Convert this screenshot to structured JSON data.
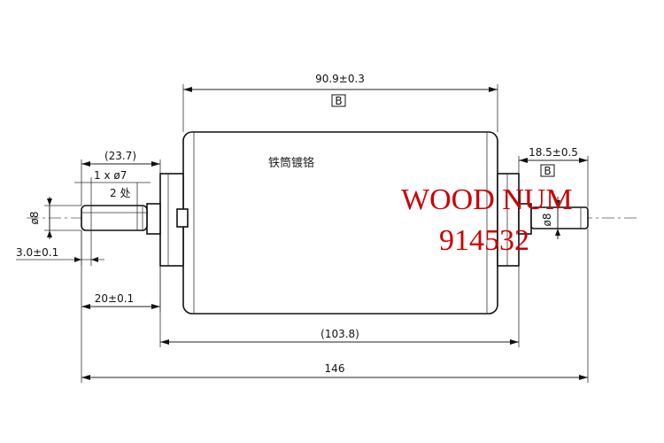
{
  "dimensions": {
    "body_length": "90.9±0.3",
    "body_datum": "B",
    "left_overall": "(23.7)",
    "flat_spec_line1": "1 x ø7",
    "flat_spec_line2": "2 处",
    "shaft_dia_left": "ø8",
    "groove_offset": "3.0±0.1",
    "left_shaft_length": "20±0.1",
    "right_length": "18.5±0.5",
    "right_datum": "B",
    "shaft_dia_right": "ø8",
    "core_length": "(103.8)",
    "total_length": "146"
  },
  "notes": {
    "body_note": "铁筒镀铬"
  },
  "watermark": {
    "line1": "WOOD NUM",
    "line2": "914532",
    "color": "#cc0000"
  }
}
